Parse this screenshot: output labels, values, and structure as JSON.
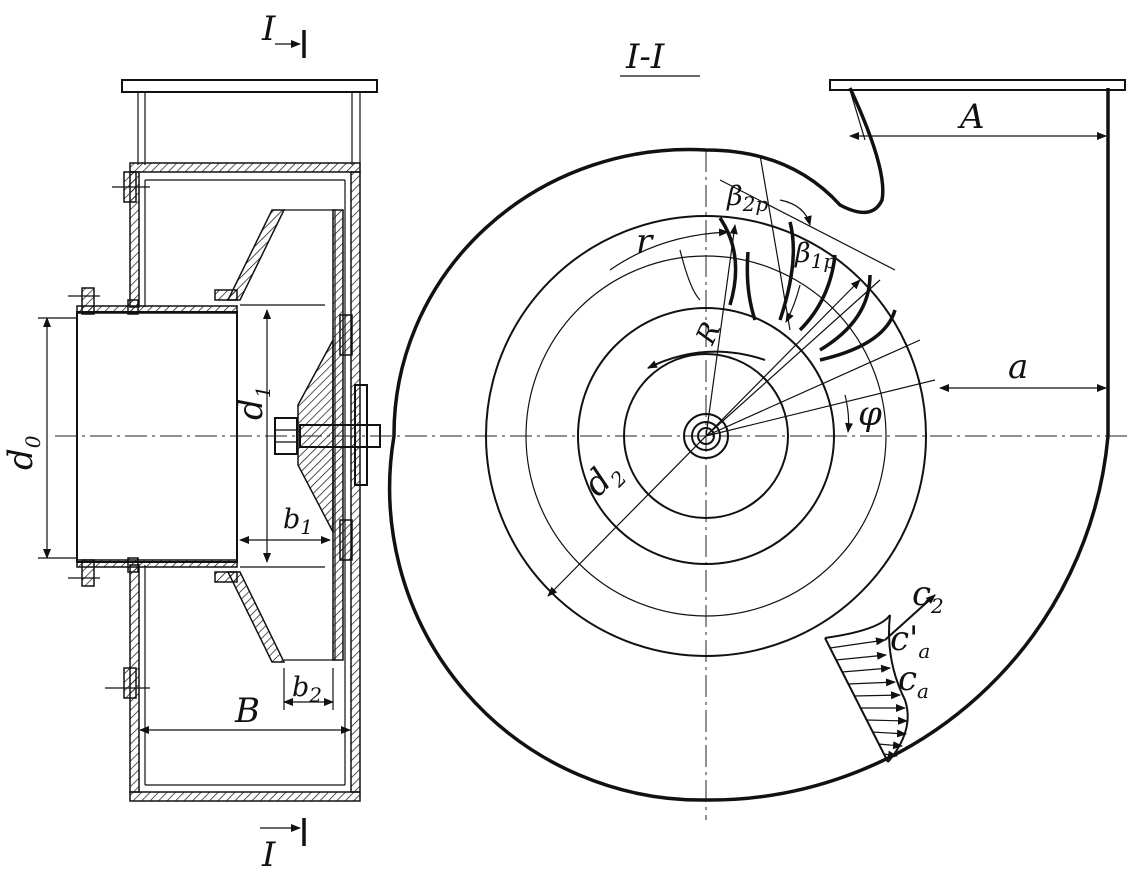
{
  "section_marks": {
    "top": "I",
    "bottom": "I",
    "title": "I-I"
  },
  "dimension_labels": {
    "d0": "d",
    "d0_sub": "0",
    "d1": "d",
    "d1_sub": "1",
    "b1": "b",
    "b1_sub": "1",
    "b2": "b",
    "b2_sub": "2",
    "B": "B",
    "A": "A",
    "a": "a",
    "r": "r",
    "R": "R",
    "phi": "φ",
    "d2": "d",
    "d2_sub": "2",
    "beta2p": "β",
    "beta2p_sub": "2p",
    "beta1p": "β",
    "beta1p_sub": "1p",
    "c2": "c",
    "c2_sub": "2",
    "ca_prime": "c'",
    "ca_prime_sub": "a",
    "ca": "c",
    "ca_sub": "a"
  }
}
